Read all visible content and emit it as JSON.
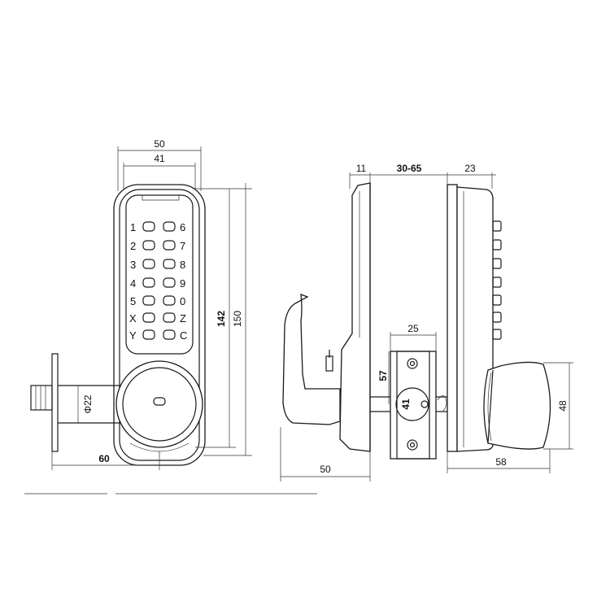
{
  "colors": {
    "stroke": "#1a1a1a",
    "background": "#ffffff"
  },
  "front_view": {
    "dimensions": {
      "width_outer": "50",
      "width_inner": "41",
      "height_inner": "142",
      "height_outer": "150",
      "spindle_diameter": "Φ22",
      "backset": "60"
    },
    "keypad_left": [
      "1",
      "2",
      "3",
      "4",
      "5",
      "X",
      "Y"
    ],
    "keypad_right": [
      "6",
      "7",
      "8",
      "9",
      "0",
      "Z",
      "C"
    ]
  },
  "side_view": {
    "dimensions": {
      "front_depth": "11",
      "door_thickness": "30-65",
      "rear_depth": "23",
      "latch_plate_width": "25",
      "latch_plate_height": "57",
      "latch_center": "41",
      "knob_diameter": "48",
      "lever_projection": "50",
      "knob_projection": "58"
    }
  }
}
